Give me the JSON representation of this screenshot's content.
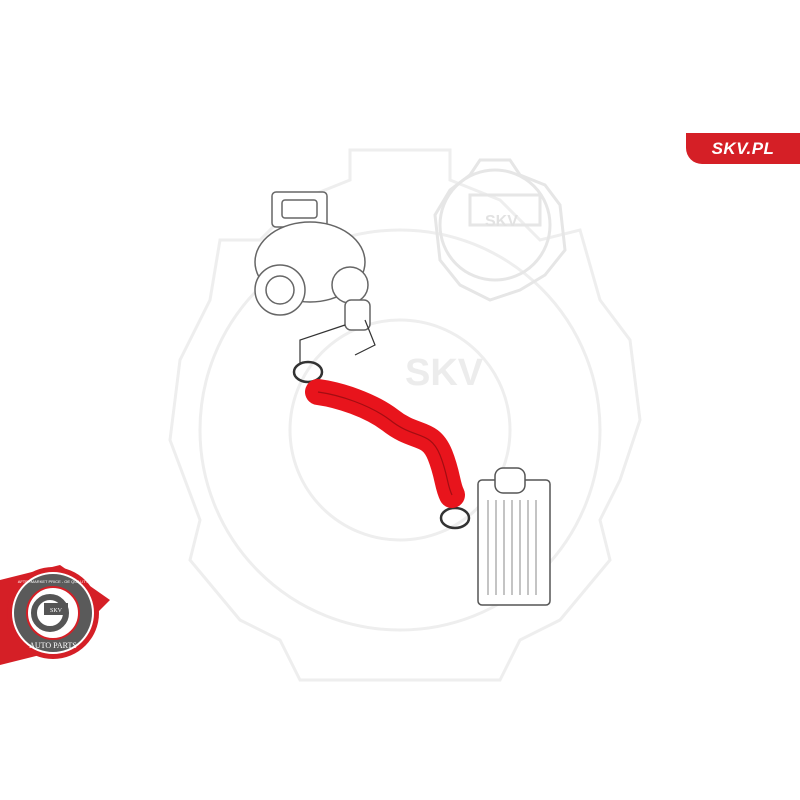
{
  "brand": {
    "label": "SKV.PL",
    "color": "#d51f26"
  },
  "watermark": {
    "text_large": "SKV",
    "text_small": "SKV"
  },
  "seal": {
    "top_text": "AFTERMARKET PRICE - OE QUALITY",
    "center_text": "SKV",
    "bottom_text": "AUTO PARTS"
  },
  "part": {
    "hose_color": "#e8141c"
  }
}
